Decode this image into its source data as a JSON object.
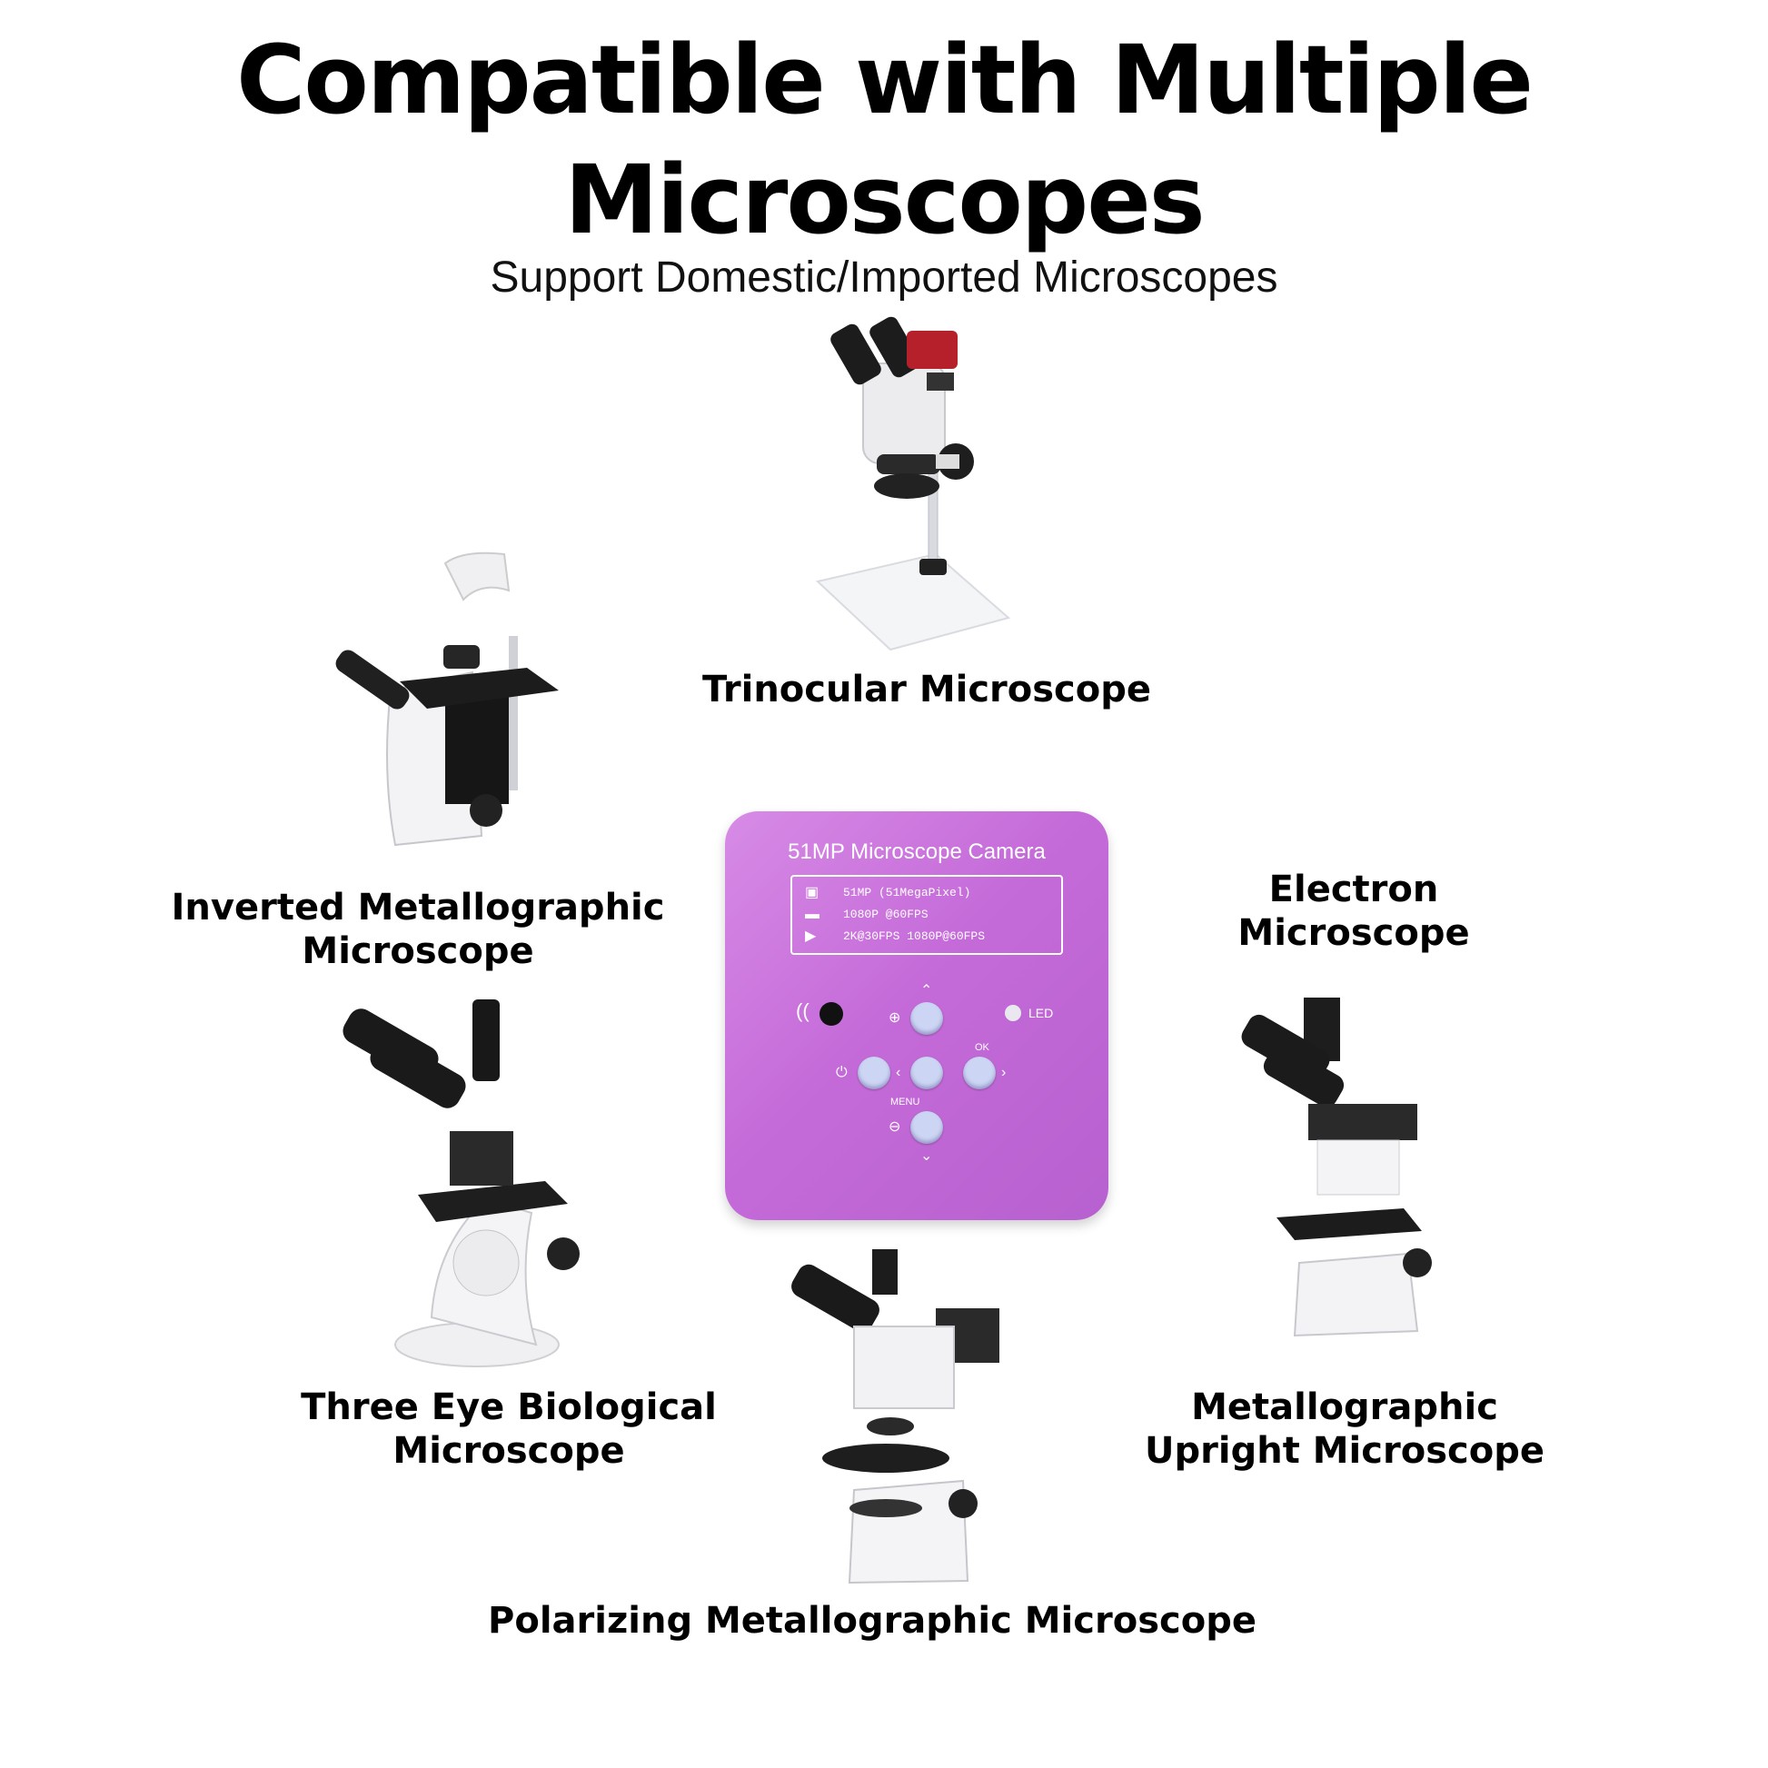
{
  "heading": {
    "title_line1": "Compatible with Multiple",
    "title_line2": "Microscopes",
    "subtitle": "Support Domestic/Imported Microscopes"
  },
  "microscopes": {
    "trinocular": [
      "Trinocular Microscope"
    ],
    "inverted": [
      "Inverted Metallographic",
      "Microscope"
    ],
    "electron": [
      "Electron",
      "Microscope"
    ],
    "three_eye": [
      "Three Eye Biological",
      "Microscope"
    ],
    "upright": [
      "Metallographic",
      "Upright Microscope"
    ],
    "polarizing": [
      "Polarizing Metallographic Microscope"
    ]
  },
  "camera": {
    "title": "51MP Microscope Camera",
    "specs": [
      "51MP (51MegaPixel)",
      "1080P @60FPS",
      "2K@30FPS 1080P@60FPS"
    ],
    "led_label": "LED",
    "ok_label": "OK",
    "menu_label": "MENU",
    "colors": {
      "body": "#c56bd9",
      "buttons": "#ccd6f4"
    },
    "icons": [
      "camera-icon",
      "hdmi-icon",
      "video-icon",
      "wifi-signal-icon",
      "zoom-in-icon",
      "zoom-out-icon",
      "power-icon",
      "chevron-up-icon",
      "chevron-down-icon",
      "chevron-left-icon",
      "chevron-right-icon"
    ]
  }
}
